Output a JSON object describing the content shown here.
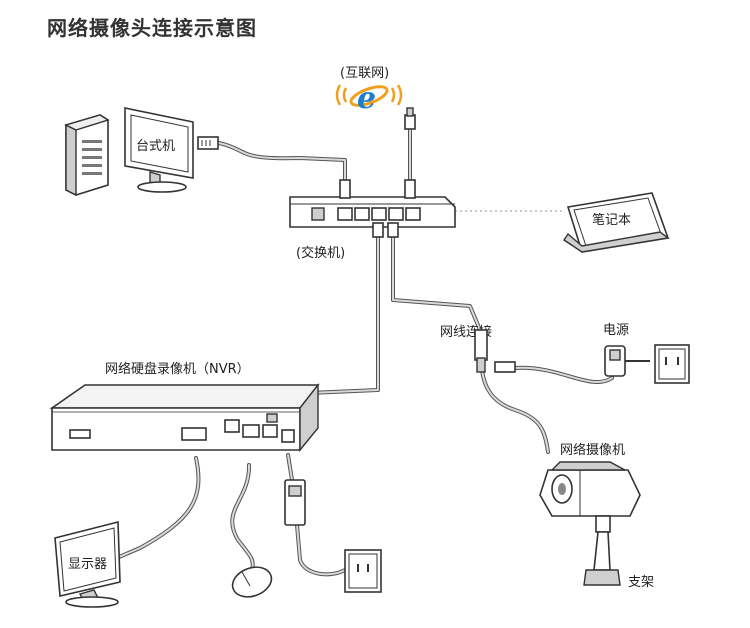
{
  "title": "网络摄像头连接示意图",
  "labels": {
    "internet": "(互联网)",
    "desktop": "台式机",
    "switch": "(交换机)",
    "laptop": "笔记本",
    "network_link": "网线连接",
    "power": "电源",
    "nvr": "网络硬盘录像机（NVR）",
    "ip_camera": "网络摄像机",
    "monitor": "显示器",
    "bracket": "支架"
  },
  "colors": {
    "ie_blue": "#1f7ed0",
    "ie_ring": "#f0a020",
    "cable": "#555555"
  }
}
